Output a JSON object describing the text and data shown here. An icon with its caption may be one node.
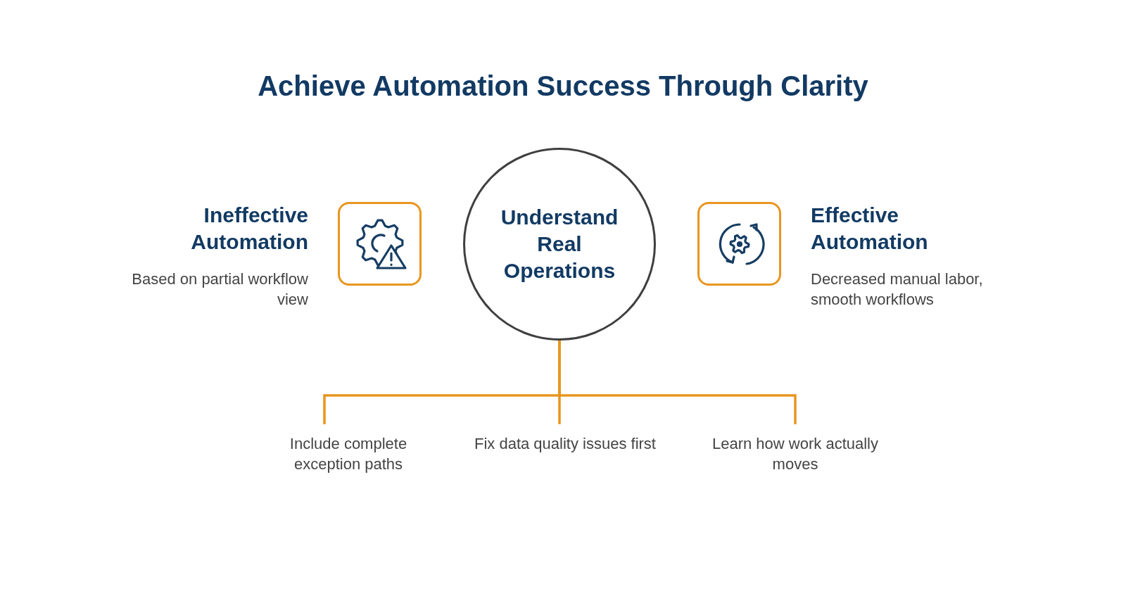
{
  "diagram": {
    "title": "Achieve Automation Success Through Clarity",
    "nodes": [
      {
        "text": [
          "Understand Real Operations"
        ]
      },
      {
        "text": [],
        "shape": "box",
        "beside": [
          "Ineffective Automation",
          "Based on partial workflow view"
        ]
      },
      {
        "text": [],
        "shape": "box",
        "beside": [
          "Effective Automation",
          "Decreased manual labor, smooth workflows"
        ]
      },
      {
        "text": [
          "Include complete exception paths"
        ]
      },
      {
        "text": [
          "Fix data quality issues first"
        ]
      },
      {
        "text": [
          "Learn how work actually moves"
        ]
      }
    ],
    "edges": [
      {
        "from": 0,
        "to": 3,
        "arrow": "none"
      },
      {
        "from": 0,
        "to": 4,
        "arrow": "none"
      },
      {
        "from": 0,
        "to": 5,
        "arrow": "none"
      }
    ]
  }
}
